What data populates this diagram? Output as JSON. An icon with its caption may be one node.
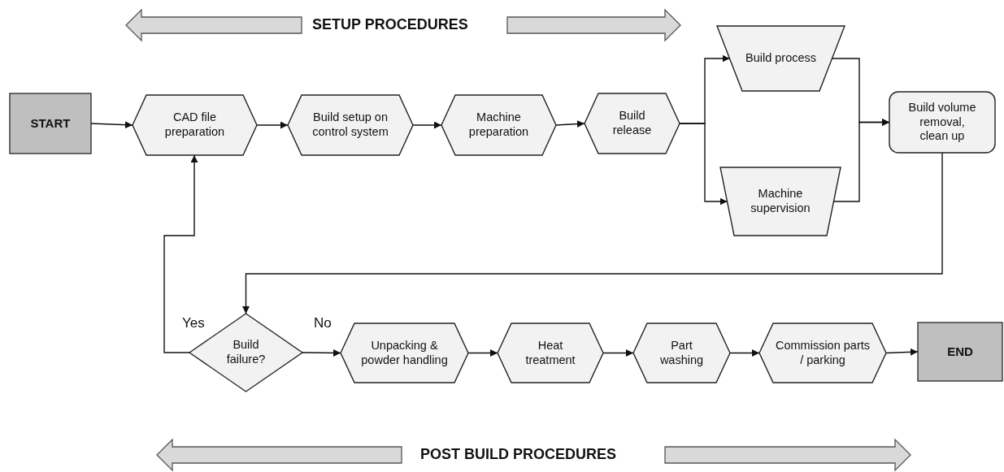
{
  "diagram": {
    "nodes": [
      {
        "text": [
          "START"
        ]
      },
      {
        "text": [
          "CAD file preparation"
        ]
      },
      {
        "text": [
          "Build setup on control system"
        ]
      },
      {
        "text": [
          "Machine preparation"
        ]
      },
      {
        "text": [
          "Build release"
        ]
      },
      {
        "text": [
          "Build process"
        ]
      },
      {
        "text": [
          "Machine supervision"
        ]
      },
      {
        "text": [
          "Build volume removal, clean up"
        ]
      },
      {
        "text": [
          "Build failure?"
        ]
      },
      {
        "text": [
          "Unpacking & powder handling"
        ]
      },
      {
        "text": [
          "Heat treatment"
        ]
      },
      {
        "text": [
          "Part washing"
        ]
      },
      {
        "text": [
          "Commission parts / parking"
        ]
      },
      {
        "text": [
          "END"
        ]
      }
    ],
    "edges": [
      {
        "from": 0,
        "to": 1,
        "arrow": "to"
      },
      {
        "from": 1,
        "to": 2,
        "arrow": "to"
      },
      {
        "from": 2,
        "to": 3,
        "arrow": "to"
      },
      {
        "from": 3,
        "to": 4,
        "arrow": "to"
      },
      {
        "from": 4,
        "to": 5,
        "arrow": "to"
      },
      {
        "from": 4,
        "to": 6,
        "arrow": "to"
      },
      {
        "from": 5,
        "to": 7,
        "arrow": "to"
      },
      {
        "from": 6,
        "to": 7,
        "arrow": "to"
      },
      {
        "from": 7,
        "to": 8,
        "arrow": "to"
      },
      {
        "from": 8,
        "to": 1,
        "arrow": "to",
        "label": "Yes"
      },
      {
        "from": 8,
        "to": 9,
        "arrow": "to",
        "label": "No"
      },
      {
        "from": 9,
        "to": 10,
        "arrow": "to"
      },
      {
        "from": 10,
        "to": 11,
        "arrow": "to"
      },
      {
        "from": 11,
        "to": 12,
        "arrow": "to"
      },
      {
        "from": 12,
        "to": 13,
        "arrow": "to"
      }
    ],
    "labels": [
      "SETUP PROCEDURES",
      "POST BUILD PROCEDURES"
    ]
  }
}
